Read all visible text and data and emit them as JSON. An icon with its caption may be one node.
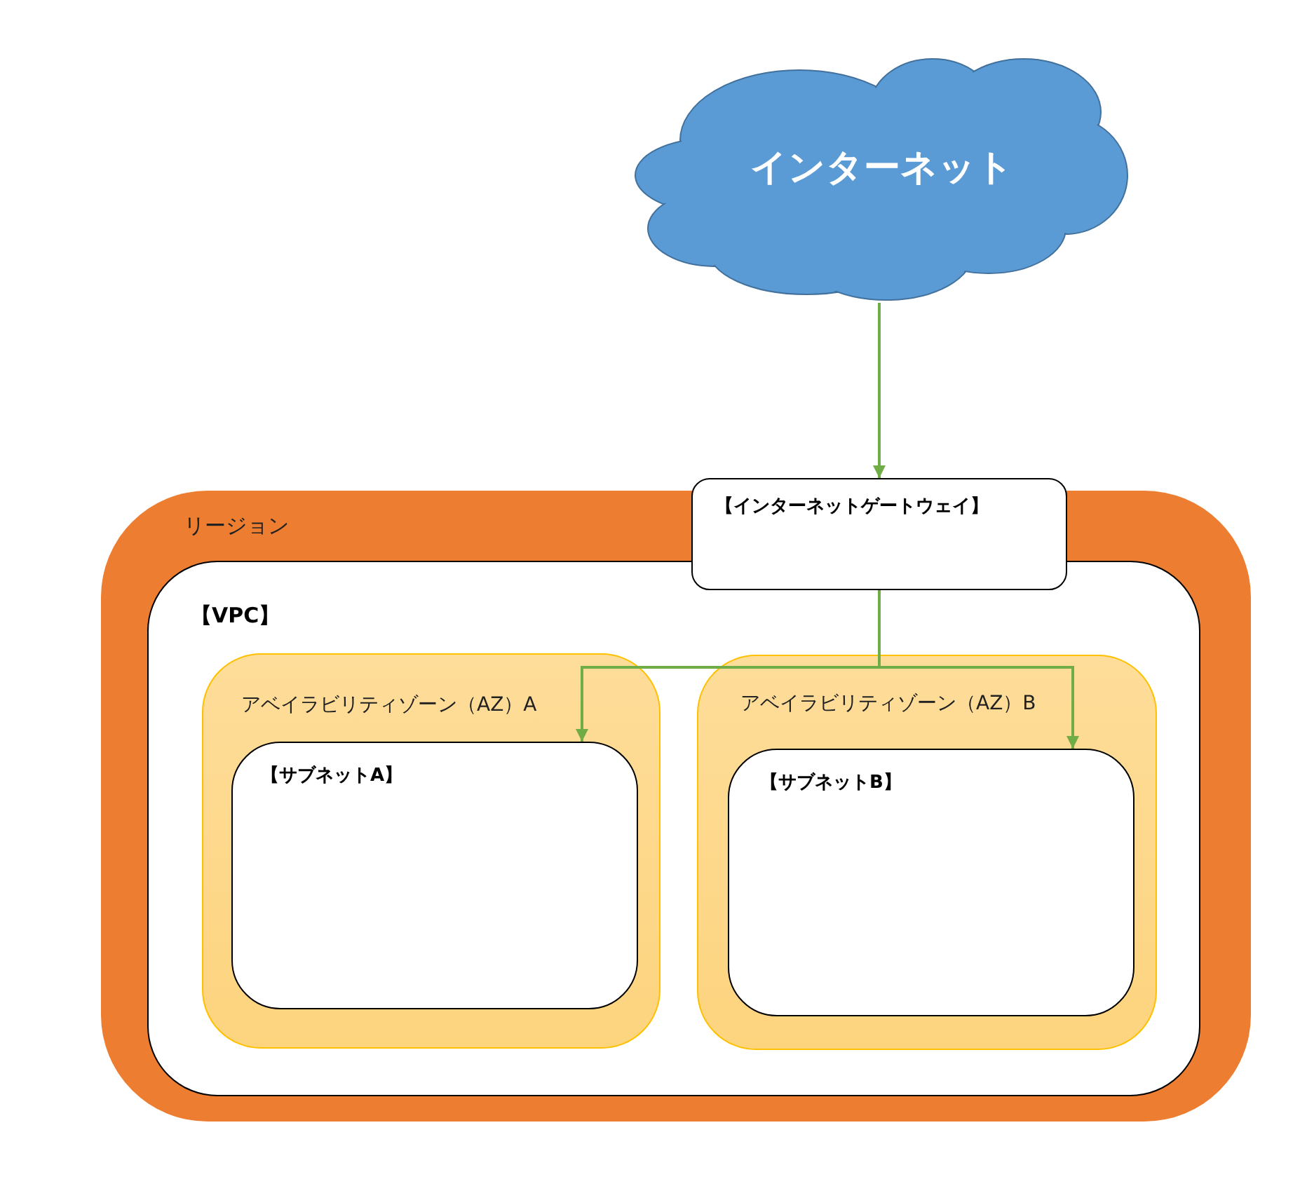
{
  "diagram": {
    "nodes": [
      {
        "text": [
          "インターネット"
        ]
      },
      {
        "text": [
          "リージョン"
        ]
      },
      {
        "text": [
          "【インターネットゲートウェイ】"
        ]
      },
      {
        "text": [
          "【VPC】"
        ],
        "in": 1
      },
      {
        "text": [
          "アベイラビリティゾーン（AZ）A"
        ],
        "in": 3
      },
      {
        "text": [
          "【サブネットA】"
        ],
        "in": 4
      },
      {
        "text": [
          "アベイラビリティゾーン（AZ）B"
        ],
        "in": 3
      },
      {
        "text": [
          "【サブネットB】"
        ],
        "in": 6
      }
    ],
    "edges": [
      {
        "from": 0,
        "to": 2,
        "arrow": "to"
      },
      {
        "from": 2,
        "to": 5,
        "arrow": "to"
      },
      {
        "from": 2,
        "to": 7,
        "arrow": "to"
      }
    ]
  }
}
